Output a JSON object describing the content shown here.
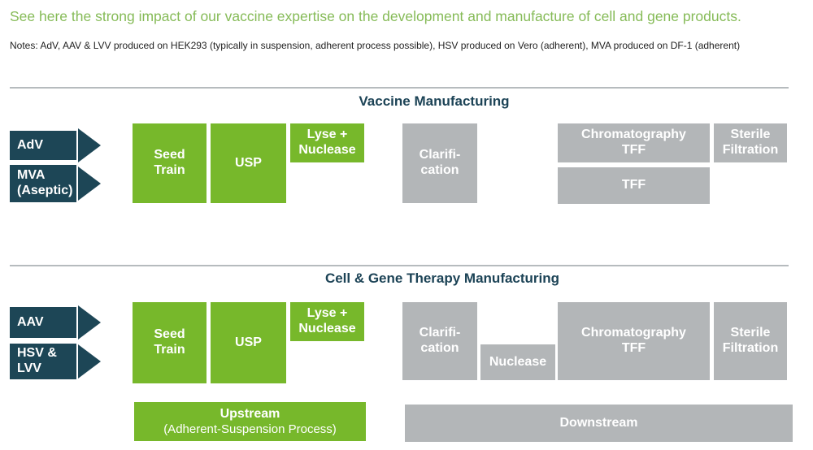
{
  "page": {
    "heading": "See here the strong impact of our vaccine expertise on the development and manufacture of cell and gene products.",
    "notes": "Notes: AdV, AAV & LVV produced on HEK293 (typically in suspension, adherent process possible), HSV produced on Vero (adherent), MVA produced on DF-1 (adherent)"
  },
  "colors": {
    "box_green": "#77b82b",
    "heading_green": "#86bb58",
    "navy": "#1d4656",
    "title_navy": "#1c4356",
    "box_gray": "#b3b6b8",
    "divider_gray": "#b6bbbe",
    "text_dark": "#222222"
  },
  "vaccine": {
    "title": "Vaccine Manufacturing",
    "arrows": [
      {
        "label": "AdV"
      },
      {
        "label": "MVA\n(Aseptic)"
      }
    ],
    "boxes": {
      "seed_train": "Seed\nTrain",
      "usp": "USP",
      "lyse_nuclease": "Lyse +\nNuclease",
      "clarification": "Clarifi-\ncation",
      "chromatography_tff": "Chromatography\nTFF",
      "sterile_filtration": "Sterile\nFiltration",
      "tff": "TFF"
    }
  },
  "cell_gene": {
    "title": "Cell & Gene Therapy Manufacturing",
    "arrows": [
      {
        "label": "AAV"
      },
      {
        "label": "HSV &\nLVV"
      }
    ],
    "boxes": {
      "seed_train": "Seed\nTrain",
      "usp": "USP",
      "lyse_nuclease": "Lyse +\nNuclease",
      "clarification": "Clarifi-\ncation",
      "nuclease": "Nuclease",
      "chromatography_tff": "Chromatography\nTFF",
      "sterile_filtration": "Sterile\nFiltration"
    }
  },
  "summary": {
    "upstream_title": "Upstream",
    "upstream_subtitle": "(Adherent-Suspension Process)",
    "downstream": "Downstream"
  }
}
